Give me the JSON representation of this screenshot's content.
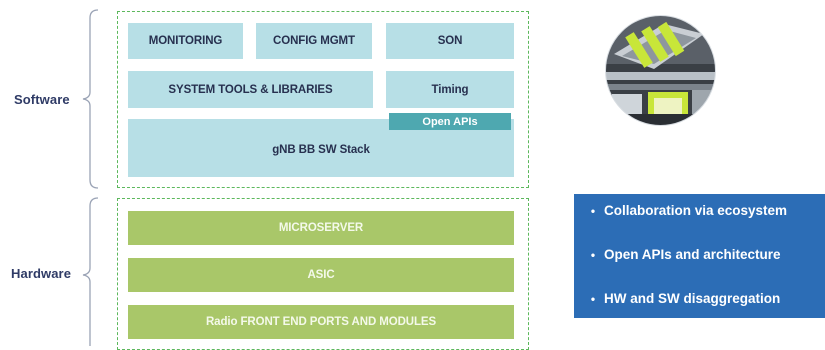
{
  "labels": {
    "software": "Software",
    "hardware": "Hardware"
  },
  "software_blocks": {
    "monitoring": "MONITORING",
    "config_mgmt": "CONFIG MGMT",
    "son": "SON",
    "system_tools": "SYSTEM TOOLS & LIBRARIES",
    "timing": "Timing",
    "open_apis": "Open APIs",
    "gnb_stack": "gNB BB SW Stack"
  },
  "hardware_blocks": {
    "microserver": "MICROSERVER",
    "asic": "ASIC",
    "radio": "Radio FRONT END PORTS AND MODULES"
  },
  "bullets": [
    "Collaboration via ecosystem",
    "Open APIs and architecture",
    "HW and SW disaggregation"
  ],
  "colors": {
    "software_block": "#b7dfe6",
    "open_apis_tab": "#4ea8b0",
    "hardware_block": "#a9c769",
    "frame_border": "#5cb85c",
    "bullet_box": "#2c6db6",
    "label_text": "#2f3b66"
  },
  "image": {
    "content": "hardware-board-photo-icon"
  }
}
